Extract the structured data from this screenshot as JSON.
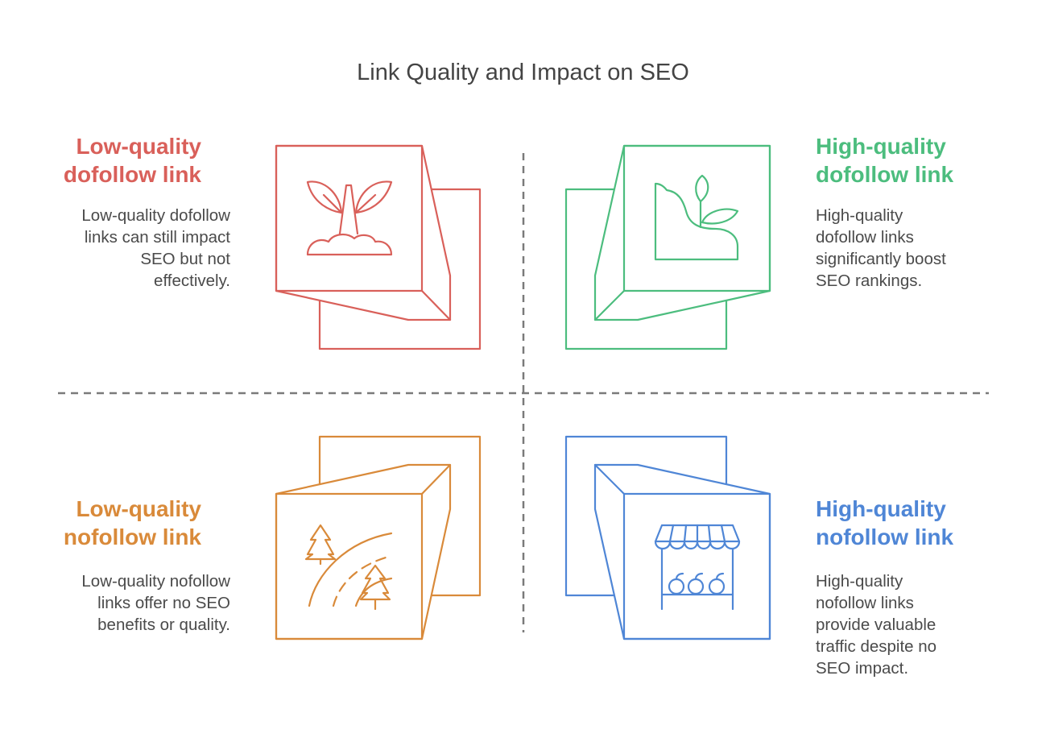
{
  "title": "Link Quality and Impact on SEO",
  "quadrants": [
    {
      "id": "top-left",
      "heading_lines": [
        "Low-quality",
        "dofollow link"
      ],
      "description_lines": [
        "Low-quality dofollow",
        "links can still impact",
        "SEO but not",
        "effectively."
      ],
      "color": "#d9605a",
      "icon": "sprout-icon"
    },
    {
      "id": "top-right",
      "heading_lines": [
        "High-quality",
        "dofollow link"
      ],
      "description_lines": [
        "High-quality",
        "dofollow links",
        "significantly boost",
        "SEO rankings."
      ],
      "color": "#4cbd7e",
      "icon": "plant-growth-icon"
    },
    {
      "id": "bottom-left",
      "heading_lines": [
        "Low-quality",
        "nofollow link"
      ],
      "description_lines": [
        "Low-quality nofollow",
        "links offer no SEO",
        "benefits or quality."
      ],
      "color": "#d98a3a",
      "icon": "forest-road-icon"
    },
    {
      "id": "bottom-right",
      "heading_lines": [
        "High-quality",
        "nofollow link"
      ],
      "description_lines": [
        "High-quality",
        "nofollow links",
        "provide valuable",
        "traffic despite no",
        "SEO impact."
      ],
      "color": "#4f86d6",
      "icon": "market-stall-icon"
    }
  ]
}
